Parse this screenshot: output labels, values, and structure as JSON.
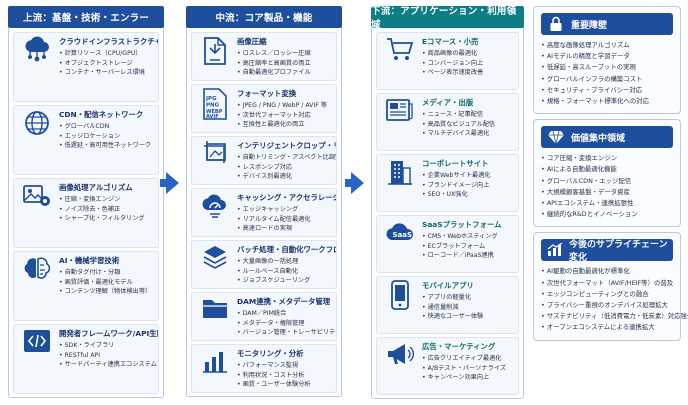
{
  "upstream": {
    "header": "上流：基盤・技術・エンラー",
    "cards": [
      {
        "title": "クラウドインフラストラクチャ",
        "icon": "cloud-network-icon",
        "items": [
          "計算リソース（CPU/GPU）",
          "オブジェクトストレージ",
          "コンテナ・サーバーレス環境"
        ]
      },
      {
        "title": "CDN・配信ネットワーク",
        "icon": "globe-icon",
        "items": [
          "グローバルCDN",
          "エッジロケーション",
          "低遅延・高可用性ネットワーク"
        ]
      },
      {
        "title": "画像処理アルゴリズム",
        "icon": "image-processing-icon",
        "items": [
          "圧縮・変換エンジン",
          "ノイズ除去・色補正",
          "シャープ化・フィルタリング"
        ]
      },
      {
        "title": "AI・機械学習技術",
        "icon": "ai-brain-icon",
        "items": [
          "自動タグ付け・分類",
          "画質評価・最適化モデル",
          "コンテンツ理解（物体検出等）"
        ]
      },
      {
        "title": "開発者フレームワーク/API生態系",
        "icon": "code-icon",
        "items": [
          "SDK・ライブラリ",
          "RESTful API",
          "サードパーティ連携エコシステム"
        ]
      }
    ]
  },
  "midstream": {
    "header": "中流：コア製品・機能",
    "cards": [
      {
        "title": "画像圧縮",
        "icon": "compress-file-icon",
        "items": [
          "ロスレス／ロッシー圧縮",
          "高圧縮率と高画質の両立",
          "自動最適化プロファイル"
        ]
      },
      {
        "title": "フォーマット変換",
        "icon": "file-format-icon",
        "items": [
          "JPEG / PNG / WebP / AVIF 等",
          "次世代フォーマット対応",
          "互換性と最適化の両立"
        ]
      },
      {
        "title": "インテリジェントクロップ・リサイズ",
        "icon": "crop-icon",
        "items": [
          "自動トリミング・アスペクト比調整",
          "レスポンシブ対応",
          "デバイス別最適化"
        ]
      },
      {
        "title": "キャッシング・アクセラレーション",
        "icon": "speed-cloud-icon",
        "items": [
          "エッジキャッシング",
          "リアルタイム配信最適化",
          "高速ロードの実現"
        ]
      },
      {
        "title": "バッチ処理・自動化ワークフロー",
        "icon": "layers-icon",
        "items": [
          "大量画像の一括処理",
          "ルールベース自動化",
          "ジョブスケジューリング"
        ]
      },
      {
        "title": "DAM連携・メタデータ管理",
        "icon": "folder-icon",
        "items": [
          "DAM／PIM統合",
          "メタデータ・権限管理",
          "バージョン管理・トレーサビリティ"
        ]
      },
      {
        "title": "モニタリング・分析",
        "icon": "bar-chart-icon",
        "items": [
          "パフォーマンス監視",
          "利用状況・コスト分析",
          "画質・ユーザー体験分析"
        ]
      }
    ]
  },
  "downstream": {
    "header": "下流：アプリケーション・利用領域",
    "cards": [
      {
        "title": "Eコマース・小売",
        "icon": "shopping-cart-icon",
        "items": [
          "商品画像の最適化",
          "コンバージョン向上",
          "ページ表示速度改善"
        ]
      },
      {
        "title": "メディア・出版",
        "icon": "newspaper-icon",
        "items": [
          "ニュース・記事配信",
          "高品質なビジュアル配信",
          "マルチデバイス最適化"
        ]
      },
      {
        "title": "コーポレートサイト",
        "icon": "building-icon",
        "items": [
          "企業Webサイト最適化",
          "ブランドイメージ向上",
          "SEO・UX強化"
        ]
      },
      {
        "title": "SaaSプラットフォーム",
        "icon": "saas-cloud-icon",
        "items": [
          "CMS・Webホスティング",
          "ECプラットフォーム",
          "ローコード／iPaaS連携"
        ]
      },
      {
        "title": "モバイルアプリ",
        "icon": "mobile-icon",
        "items": [
          "アプリの軽量化",
          "通信量削減",
          "快適なユーザー体験"
        ]
      },
      {
        "title": "広告・マーケティング",
        "icon": "megaphone-icon",
        "items": [
          "広告クリエイティブ最適化",
          "A/Bテスト・パーソナライズ",
          "キャンペーン効果向上"
        ]
      }
    ]
  },
  "side": {
    "barriers": {
      "title": "重要障壁",
      "icon": "lock-icon",
      "items": [
        "高度な画像処理アルゴリズム",
        "AIモデルの精度と学習データ",
        "低遅延・高スループットの実現",
        "グローバルインフラの構築コスト",
        "セキュリティ・プライバシー対応",
        "規格・フォーマット標準化への対応"
      ]
    },
    "value": {
      "title": "価値集中領域",
      "icon": "diamond-icon",
      "items": [
        "コア圧縮・変換エンジン",
        "AIによる自動最適化機能",
        "グローバルCDN・エッジ配信",
        "大規模顧客基盤・データ資産",
        "APIエコシステム・連携拡張性",
        "継続的なR&Dとイノベーション"
      ]
    },
    "changes": {
      "title": "今後のサプライチェーン変化",
      "icon": "trend-icon",
      "items": [
        "AI駆動の自動最適化が標準化",
        "次世代フォーマット（AVIF/HEIF等）の普及",
        "エッジコンピューティングとの融合",
        "プライバシー重視のオンデバイス処理拡大",
        "サステナビリティ（低消費電力・低炭素）対応強化",
        "オープンエコシステムによる連携拡大"
      ]
    }
  }
}
